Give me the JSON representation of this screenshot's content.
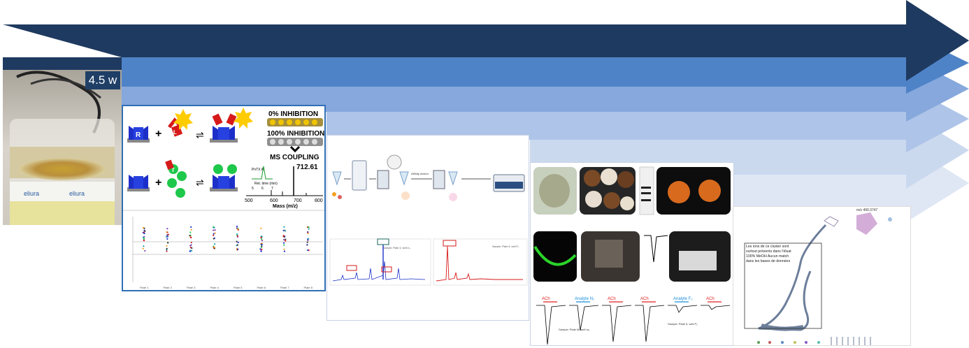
{
  "timeline": {
    "duration_badge": "4.5 w"
  },
  "panel_screening": {
    "zero_inhibition": "0% INHIBITION",
    "full_inhibition": "100% INHIBITION",
    "ms_coupling": "MS COUPLING",
    "peak_label": "712.61",
    "inset_title": "PnTX A",
    "inset_x_label": "Ret. time (min)",
    "inset_ticks": [
      "5",
      "6",
      "7"
    ],
    "mass_ticks": [
      "500",
      "600",
      "700",
      "800"
    ],
    "mass_axis": "Mass (m/z)",
    "receptor_letter": "R",
    "ligand_letter": "L",
    "toxin_letter": "T",
    "plus": "+",
    "plates": [
      "Plate 1",
      "Plate 2",
      "Plate 3",
      "Plate 4",
      "Plate 5",
      "Plate 6",
      "Plate 7",
      "Plate 8"
    ]
  },
  "panel_lcms": {
    "affinity_step": "Affinity elution",
    "left_caption": "Sample: Plate 4, well m₁",
    "right_caption": "Sample: Plate 5, well P₂"
  },
  "panel_electrophysiology": {
    "traces": [
      {
        "label": "ACh",
        "color": "#e02020"
      },
      {
        "label": "Analyte N₁",
        "color": "#1a8fd8"
      },
      {
        "label": "ACh",
        "color": "#e02020"
      },
      {
        "label": "ACh",
        "color": "#e02020"
      },
      {
        "label": "Analyte F₂",
        "color": "#1a8fd8"
      },
      {
        "label": "ACh",
        "color": "#e02020"
      }
    ],
    "caption_left": "Sample: Plate M, well m₁",
    "caption_right": "Sample: Plate 5, well P₂"
  },
  "panel_network": {
    "mz_label": "m/z 490.3747",
    "annotation": "Les ions de ce cluster sont surtout présents dans l'éluat 100% MeOH Aucun match dans les bases de données"
  },
  "colors": {
    "arrow1": "#1f3a60",
    "arrow2": "#4f83c7",
    "arrow3": "#86a8dc",
    "arrow4": "#aec4e8",
    "arrow5": "#cbd9ef",
    "arrow6": "#dfe7f4"
  }
}
